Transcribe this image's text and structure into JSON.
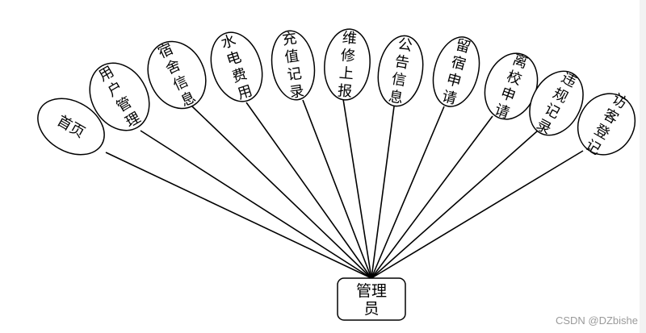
{
  "root": {
    "label": "管理员"
  },
  "nodes": [
    "首页",
    "用户管理",
    "宿舍信息",
    "水电费用",
    "充值记录",
    "维修上报",
    "公告信息",
    "留宿申请",
    "离校申请",
    "违规记录",
    "访客登记"
  ],
  "watermark": "CSDN @DZbishe"
}
